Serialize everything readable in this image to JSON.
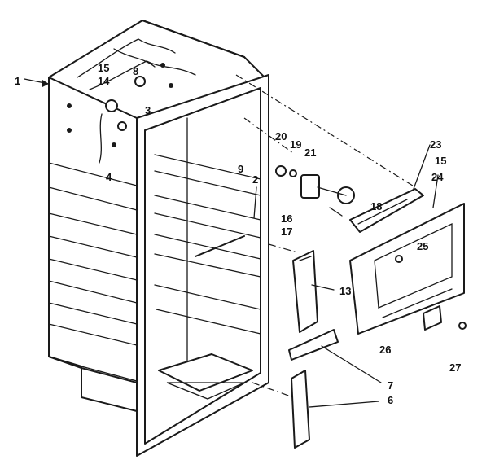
{
  "callouts": {
    "c1": "1",
    "c2": "2",
    "c3": "3",
    "c4": "4",
    "c6": "6",
    "c7": "7",
    "c8": "8",
    "c9": "9",
    "c13": "13",
    "c14": "14",
    "c15a": "15",
    "c15b": "15",
    "c16": "16",
    "c17": "17",
    "c18": "18",
    "c19": "19",
    "c20": "20",
    "c21": "21",
    "c23": "23",
    "c24": "24",
    "c25": "25",
    "c26": "26",
    "c27": "27"
  }
}
